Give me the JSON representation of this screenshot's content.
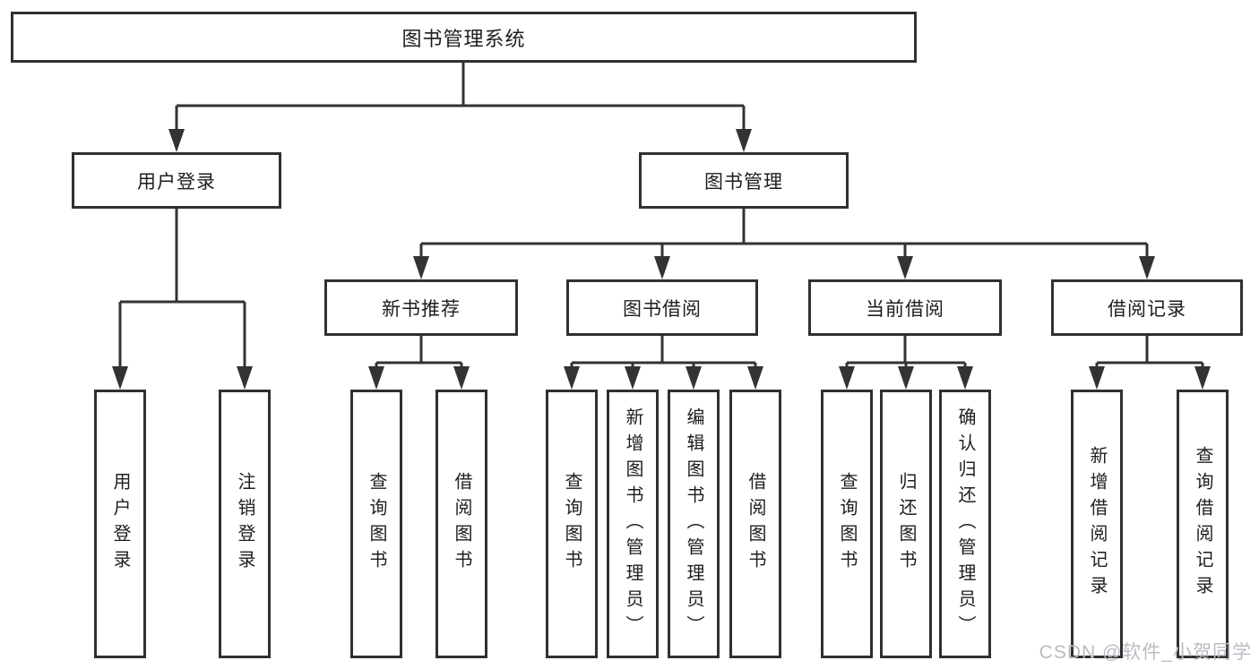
{
  "tree": {
    "root": {
      "label": "图书管理系统"
    },
    "level2": [
      {
        "label": "用户登录"
      },
      {
        "label": "图书管理"
      }
    ],
    "level3": [
      {
        "label": "新书推荐"
      },
      {
        "label": "图书借阅"
      },
      {
        "label": "当前借阅"
      },
      {
        "label": "借阅记录"
      }
    ],
    "leaves": {
      "login": [
        "用户登录",
        "注销登录"
      ],
      "newbook": [
        "查询图书",
        "借阅图书"
      ],
      "borrow": [
        "查询图书",
        "新增图书（管理员）",
        "编辑图书（管理员）",
        "借阅图书"
      ],
      "current": [
        "查询图书",
        "归还图书",
        "确认归还（管理员）"
      ],
      "record": [
        "新增借阅记录",
        "查询借阅记录"
      ]
    }
  },
  "watermark": "CSDN @软件_小贺同学",
  "colors": {
    "line": "#333333",
    "box_border": "#303030",
    "text": "#1e1e1e",
    "watermark": "#b9bcc3",
    "background": "#ffffff"
  }
}
